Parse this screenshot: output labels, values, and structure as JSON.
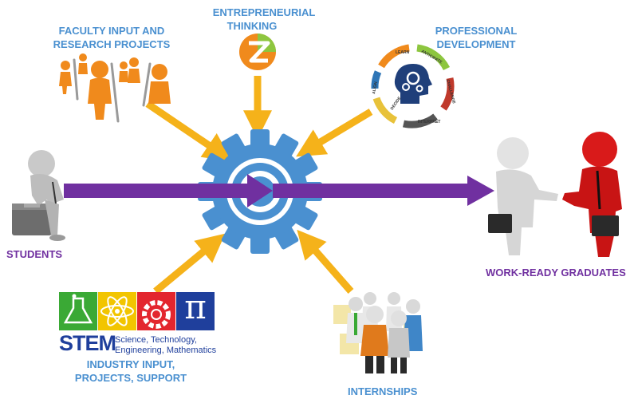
{
  "labels": {
    "faculty": [
      "FACULTY INPUT AND",
      "RESEARCH PROJECTS"
    ],
    "entrepreneurial": [
      "ENTREPRENEURIAL",
      "THINKING"
    ],
    "professional": [
      "PROFESSIONAL",
      "DEVELOPMENT"
    ],
    "students": "STUDENTS",
    "graduates": "WORK-READY GRADUATES",
    "industry": [
      "INDUSTRY INPUT,",
      "PROJECTS, SUPPORT"
    ],
    "internships": "INTERNSHIPS"
  },
  "stem": {
    "word": "STEM",
    "line1": "Science, Technology,",
    "line2": "Engineering, Mathematics",
    "pi": "π"
  },
  "cycle": {
    "words": [
      "LEARN",
      "ANTICIPATE",
      "CHALLENGE",
      "INTERPRET",
      "DECIDE",
      "ALIGN"
    ]
  },
  "colors": {
    "label_blue": "#4a90d0",
    "label_purple": "#7030a0",
    "arrow_gold": "#f5b21a",
    "arrow_purple": "#7030a0",
    "gear": "#4a90d0",
    "stem_green": "#3aa935",
    "stem_yellow": "#f2c500",
    "stem_red": "#e3262e",
    "stem_blue": "#1f3f9c"
  }
}
